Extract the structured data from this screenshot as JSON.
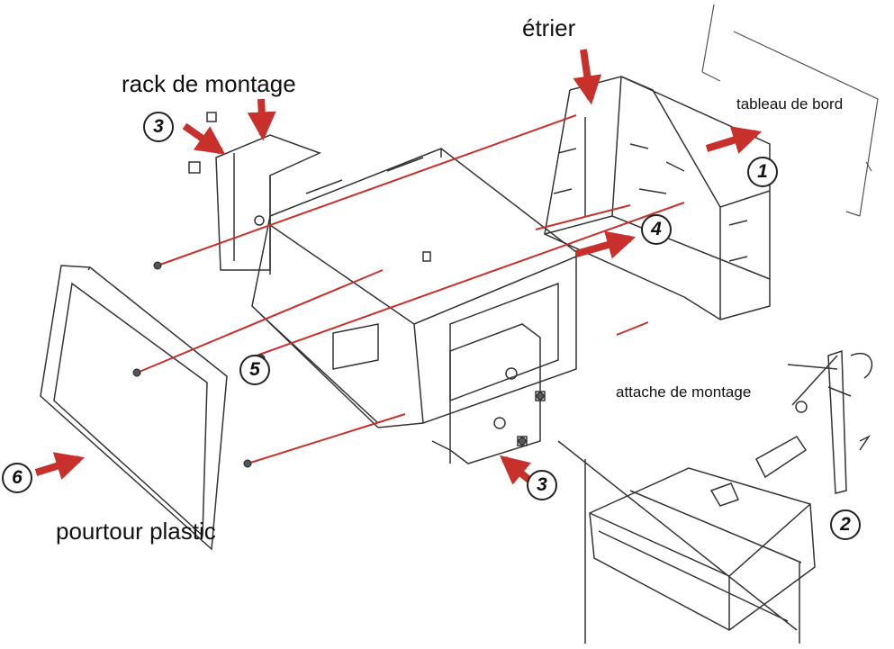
{
  "labels": {
    "etrier": "étrier",
    "rack": "rack de montage",
    "tableau": "tableau de bord",
    "attache": "attache de montage",
    "pourtour": "pourtour plastic"
  },
  "steps": {
    "s1": "1",
    "s2": "2",
    "s3_top": "3",
    "s3_bottom": "3",
    "s4": "4",
    "s5": "5",
    "s6": "6"
  },
  "colors": {
    "arrow": "#c8302b",
    "guide_line": "#c8302b",
    "outline": "#333333"
  }
}
